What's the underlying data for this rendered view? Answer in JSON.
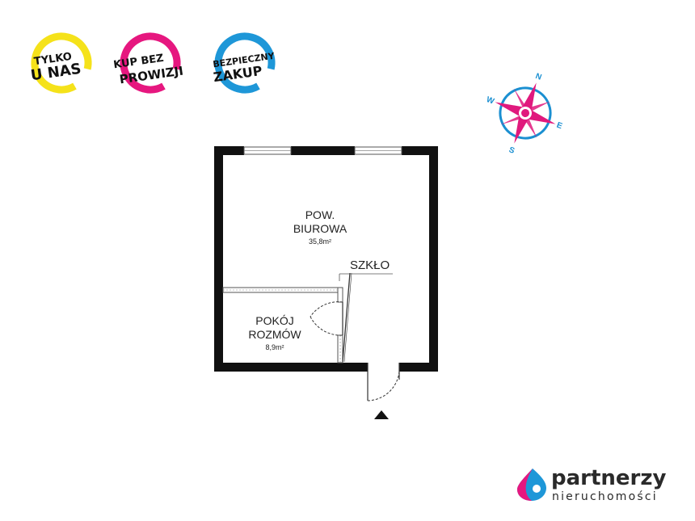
{
  "badges": [
    {
      "line1": "TYLKO",
      "line2": "U NAS",
      "color": "#f5e21a"
    },
    {
      "line1": "KUP BEZ",
      "line2": "PROWIZJI",
      "color": "#e6177f"
    },
    {
      "line1": "BEZPIECZNY",
      "line2": "ZAKUP",
      "color": "#1e97d8"
    }
  ],
  "compass": {
    "n": "N",
    "e": "E",
    "s": "S",
    "w": "W",
    "color": "#e0197d",
    "ring_color": "#1a8fd1"
  },
  "rooms": {
    "office": {
      "name_line1": "POW.",
      "name_line2": "BIUROWA",
      "area": "35,8m²"
    },
    "meeting": {
      "name_line1": "POKÓJ",
      "name_line2": "ROZMÓW",
      "area": "8,9m²"
    }
  },
  "labels": {
    "glass": "SZKŁO"
  },
  "brand": {
    "name": "partnerzy",
    "tagline": "nieruchomości",
    "text_color": "#2a2a2a",
    "drop_pink": "#e6177f",
    "drop_blue": "#1e97d8"
  }
}
